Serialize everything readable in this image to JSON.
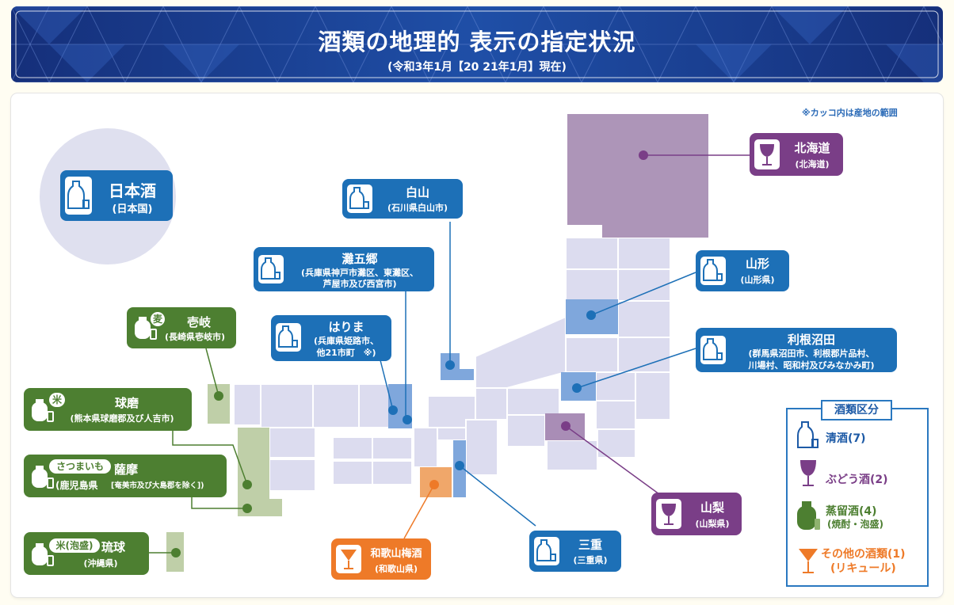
{
  "header": {
    "title": "酒類の地理的 表示の指定状況",
    "subtitle": "(令和3年1月【20 21年1月】現在)"
  },
  "note": "※カッコ内は産地の範囲",
  "labels": {
    "nihonshu": {
      "name": "日本酒",
      "area": "(日本国)"
    },
    "hokkaido": {
      "name": "北海道",
      "area": "(北海道)"
    },
    "hakusan": {
      "name": "白山",
      "area": "(石川県白山市)"
    },
    "nadagogo": {
      "name": "灘五郷",
      "area1": "(兵庫県神戸市灘区、東灘区、",
      "area2": "芦屋市及び西宮市)"
    },
    "harima": {
      "name": "はりま",
      "area1": "(兵庫県姫路市、",
      "area2": "他21市町　※)"
    },
    "yamagata": {
      "name": "山形",
      "area": "(山形県)"
    },
    "tonenumata": {
      "name": "利根沼田",
      "area1": "(群馬県沼田市、利根郡片品村、",
      "area2": "川場村、昭和村及びみなかみ町)"
    },
    "iki": {
      "name": "壱岐",
      "area": "(長崎県壱岐市)",
      "badge": "麦"
    },
    "kuma": {
      "name": "球磨",
      "area": "(熊本県球磨郡及び人吉市)",
      "badge": "米"
    },
    "satsuma": {
      "name": "薩摩",
      "area": "(鹿児島県",
      "area_small": "[奄美市及び大島郡を除く])",
      "badge": "さつまいも"
    },
    "ryukyu": {
      "name": "琉球",
      "area": "(沖縄県)",
      "badge": "米(泡盛)"
    },
    "wakayama": {
      "name": "和歌山梅酒",
      "area": "(和歌山県)"
    },
    "mie": {
      "name": "三重",
      "area": "(三重県)"
    },
    "yamanashi": {
      "name": "山梨",
      "area": "(山梨県)"
    }
  },
  "legend": {
    "title": "酒類区分",
    "items": [
      {
        "label": "清酒(7)",
        "color": "#1d5aa6"
      },
      {
        "label": "ぶどう酒(2)",
        "color": "#7a3e87"
      },
      {
        "label": "蒸留酒(4)",
        "sub": "(焼酎・泡盛)",
        "color": "#4d7f31"
      },
      {
        "label": "その他の酒類(1)",
        "sub": "(リキュール)",
        "color": "#ee7a28"
      }
    ]
  },
  "colors": {
    "sake": "#1d70b7",
    "wine": "#7a3e87",
    "shochu": "#4d7f31",
    "other": "#ee7a28",
    "map_base": "#dcdcef",
    "region_sake": "#7fa7dc",
    "region_wine": "#a98db6",
    "region_shochu": "#bfcfa8",
    "region_other": "#f0a76a"
  }
}
